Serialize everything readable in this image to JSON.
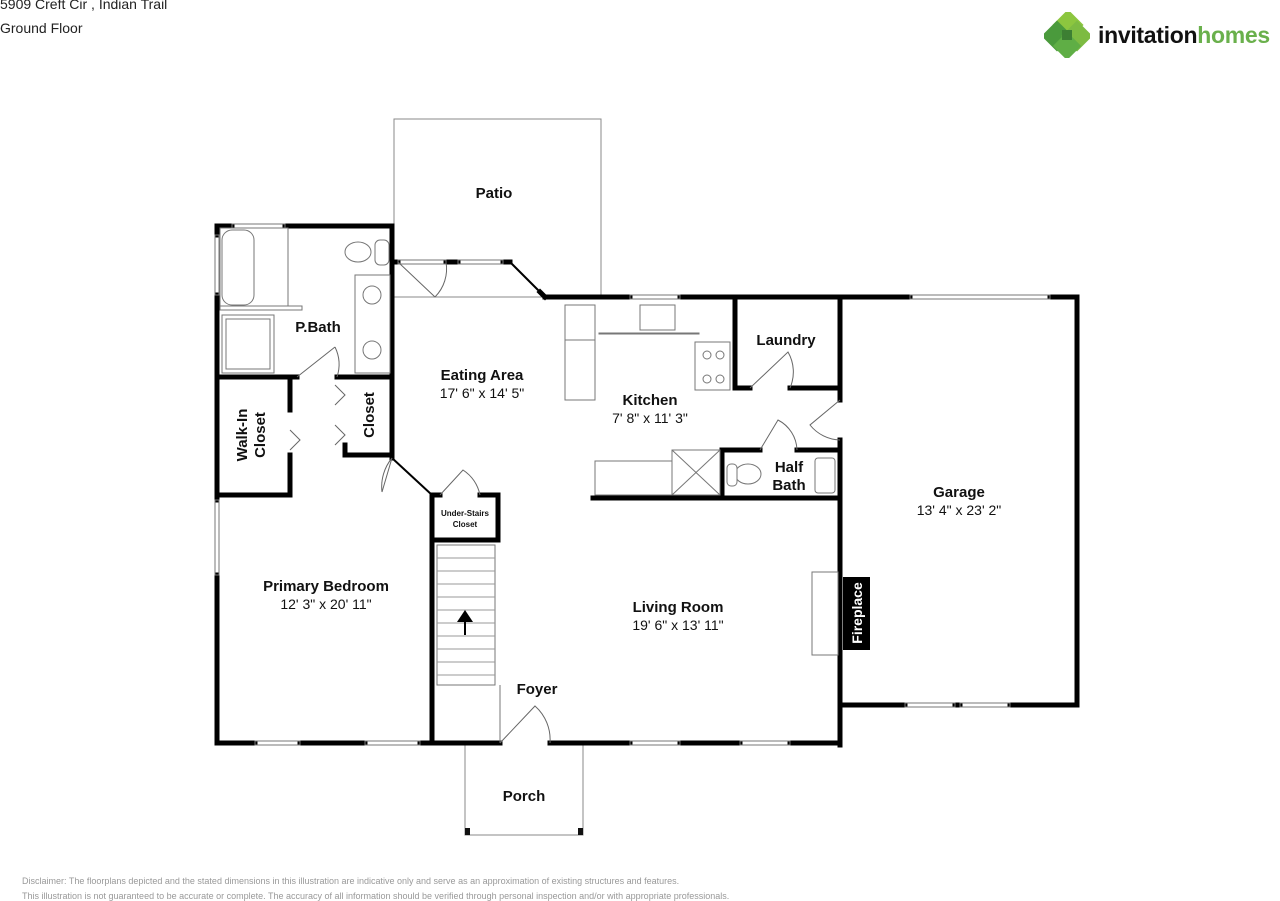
{
  "header": {
    "address": "5909 Creft Cir , Indian Trail",
    "floor": "Ground Floor"
  },
  "logo": {
    "text_a": "invitation",
    "text_b": "homes",
    "colors": {
      "dark": "#111111",
      "green": "#6ab04c"
    }
  },
  "rooms": {
    "patio": {
      "name": "Patio"
    },
    "pbath": {
      "name": "P.Bath"
    },
    "walkin": {
      "name_1": "Walk-In",
      "name_2": "Closet"
    },
    "closet": {
      "name": "Closet"
    },
    "eating": {
      "name": "Eating Area",
      "dims": "17' 6\" x 14' 5\""
    },
    "kitchen": {
      "name": "Kitchen",
      "dims": "7' 8\" x 11' 3\""
    },
    "laundry": {
      "name": "Laundry"
    },
    "halfbath": {
      "name_1": "Half",
      "name_2": "Bath"
    },
    "garage": {
      "name": "Garage",
      "dims": "13' 4\" x 23' 2\""
    },
    "understairs": {
      "name_1": "Under-Stairs",
      "name_2": "Closet"
    },
    "primary": {
      "name": "Primary Bedroom",
      "dims": "12' 3\" x 20' 11\""
    },
    "living": {
      "name": "Living Room",
      "dims": "19' 6\" x 13' 11\""
    },
    "foyer": {
      "name": "Foyer"
    },
    "fireplace": {
      "name": "Fireplace"
    },
    "porch": {
      "name": "Porch"
    }
  },
  "disclaimer": {
    "line1": "Disclaimer: The floorplans depicted and the stated dimensions in this illustration are indicative only and serve as an approximation of existing structures and features.",
    "line2": "This illustration is not guaranteed to be accurate or complete. The accuracy of all information should be verified through personal inspection and/or with appropriate professionals."
  }
}
